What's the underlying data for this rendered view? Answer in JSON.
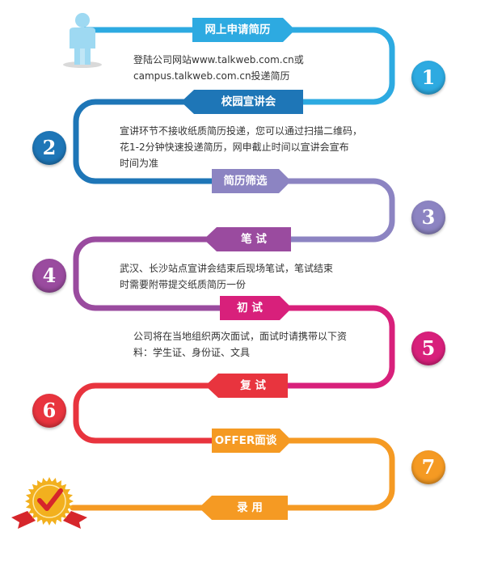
{
  "colors": {
    "step1": "#2daae1",
    "step2": "#1e76b7",
    "step3": "#8c84c2",
    "step4": "#9a4b9f",
    "step5": "#d8207b",
    "step6": "#e8343e",
    "step7": "#f59a23",
    "seal_gold": "#f2b01e",
    "seal_red": "#d6262b",
    "person": "#9ed9f2"
  },
  "steps": [
    {
      "label": "网上申请简历",
      "number": "1"
    },
    {
      "label": "校园宣讲会",
      "number": "2"
    },
    {
      "label": "简历筛选",
      "number": "3"
    },
    {
      "label": "笔 试",
      "number": "4"
    },
    {
      "label": "初 试",
      "number": "5"
    },
    {
      "label": "复 试",
      "number": "6"
    },
    {
      "label": "OFFER面谈",
      "number": "7"
    },
    {
      "label": "录 用",
      "number": ""
    }
  ],
  "descriptions": {
    "apply": [
      "登陆公司网站www.talkweb.com.cn或",
      "campus.talkweb.com.cn投递简历"
    ],
    "seminar": [
      "宣讲环节不接收纸质简历投递，您可以通过扫描二维码，",
      "花1-2分钟快速投递简历，网申截止时间以宣讲会宣布",
      "时间为准"
    ],
    "written": [
      "武汉、长沙站点宣讲会结束后现场笔试，笔试结束",
      "时需要附带提交纸质简历一份"
    ],
    "interview": [
      "公司将在当地组织两次面试，面试时请携带以下资",
      "料：学生证、身份证、文具"
    ]
  },
  "icons": {
    "start": "person-icon",
    "end": "award-seal-icon"
  }
}
